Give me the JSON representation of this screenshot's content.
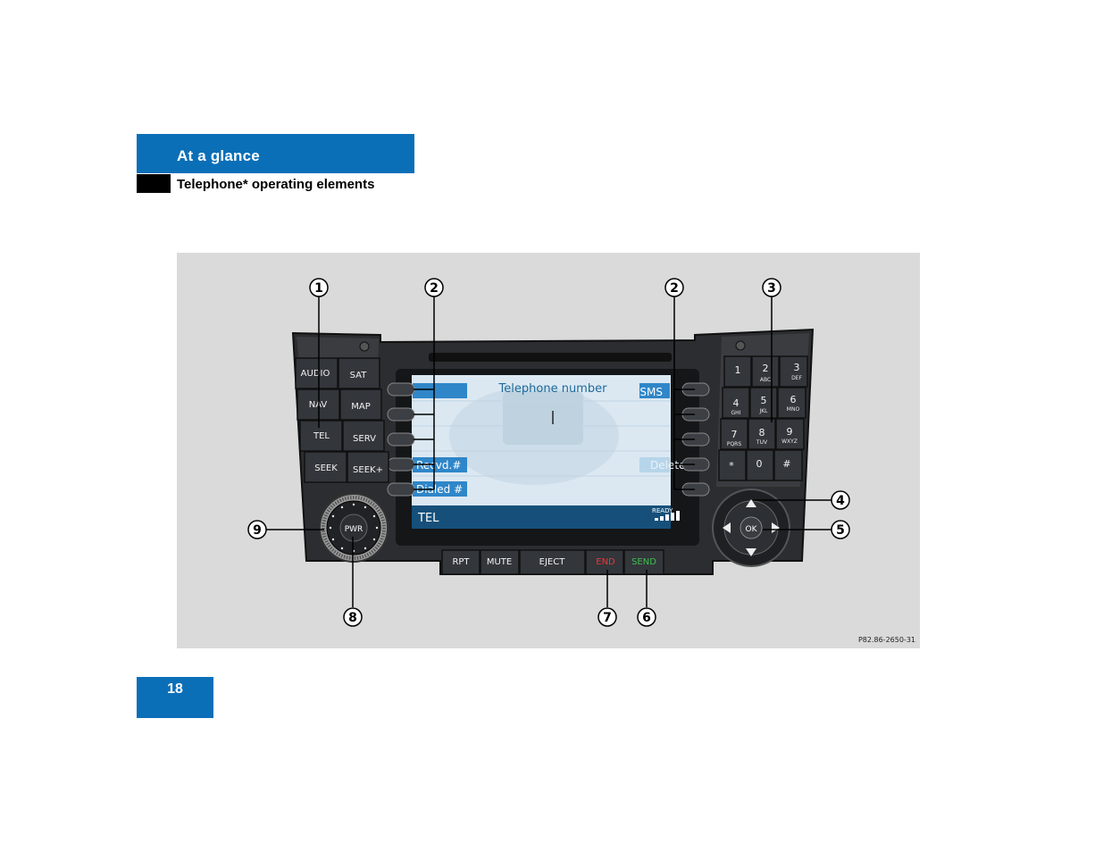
{
  "header": {
    "section": "At a glance",
    "subsection": "Telephone* operating elements"
  },
  "screen": {
    "title": "Telephone number",
    "left_softkeys": [
      "",
      "",
      "",
      "Recvd.#",
      "Dialed #"
    ],
    "right_softkeys": [
      "SMS",
      "",
      "",
      "Delete",
      ""
    ],
    "mode": "TEL",
    "status": "READY"
  },
  "buttons": {
    "left": [
      "AUDIO",
      "SAT",
      "NAV",
      "MAP",
      "TEL",
      "SERV",
      "SEEK",
      "SEEK+"
    ],
    "bottom": [
      "RPT",
      "MUTE",
      "EJECT",
      "END",
      "SEND"
    ],
    "knob": "PWR",
    "ok": "OK"
  },
  "keypad": {
    "digits": [
      "1",
      "2",
      "3",
      "4",
      "5",
      "6",
      "7",
      "8",
      "9",
      "*",
      "0",
      "#"
    ],
    "letters": [
      "",
      "ABC",
      "DEF",
      "GHI",
      "JKL",
      "MNO",
      "PQRS",
      "TUV",
      "WXYZ",
      "",
      "",
      ""
    ]
  },
  "callouts": [
    "1",
    "2",
    "2",
    "3",
    "4",
    "5",
    "6",
    "7",
    "8",
    "9"
  ],
  "figure_code": "P82.86-2650-31",
  "page_number": "18",
  "colors": {
    "banner": "#0b6fb8",
    "screen": "#dbe8f2",
    "end": "#e23c3c",
    "send": "#3fbf4f"
  }
}
